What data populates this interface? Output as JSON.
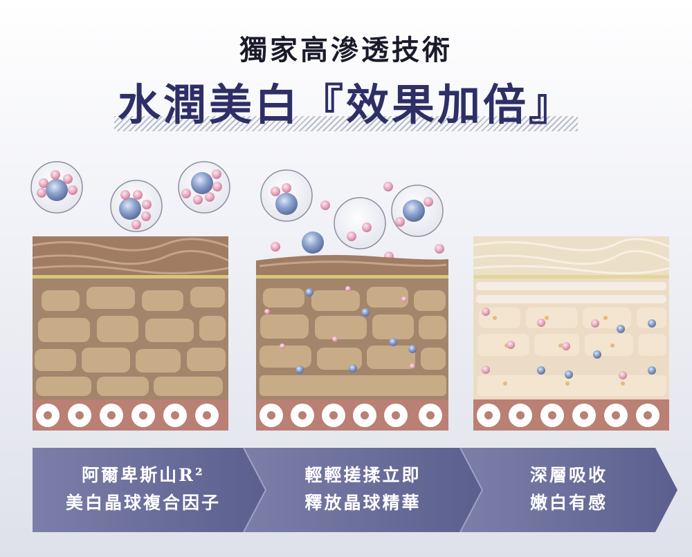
{
  "heading": {
    "subtitle": "獨家高滲透技術",
    "title": "水潤美白『效果加倍』"
  },
  "steps": [
    {
      "line1": "阿爾卑斯山R²",
      "line2": "美白晶球複合因子"
    },
    {
      "line1": "輕輕搓揉立即",
      "line2": "釋放晶球精華"
    },
    {
      "line1": "深層吸收",
      "line2": "嫩白有感"
    }
  ],
  "colors": {
    "title_navy": "#2e2f66",
    "bar_navy": "#5d6290",
    "sphere_blue": "#7f96c4",
    "bead_pink": "#e6a7bd",
    "skin_dark": "#a07c62",
    "skin_light": "#ecdfc8"
  }
}
